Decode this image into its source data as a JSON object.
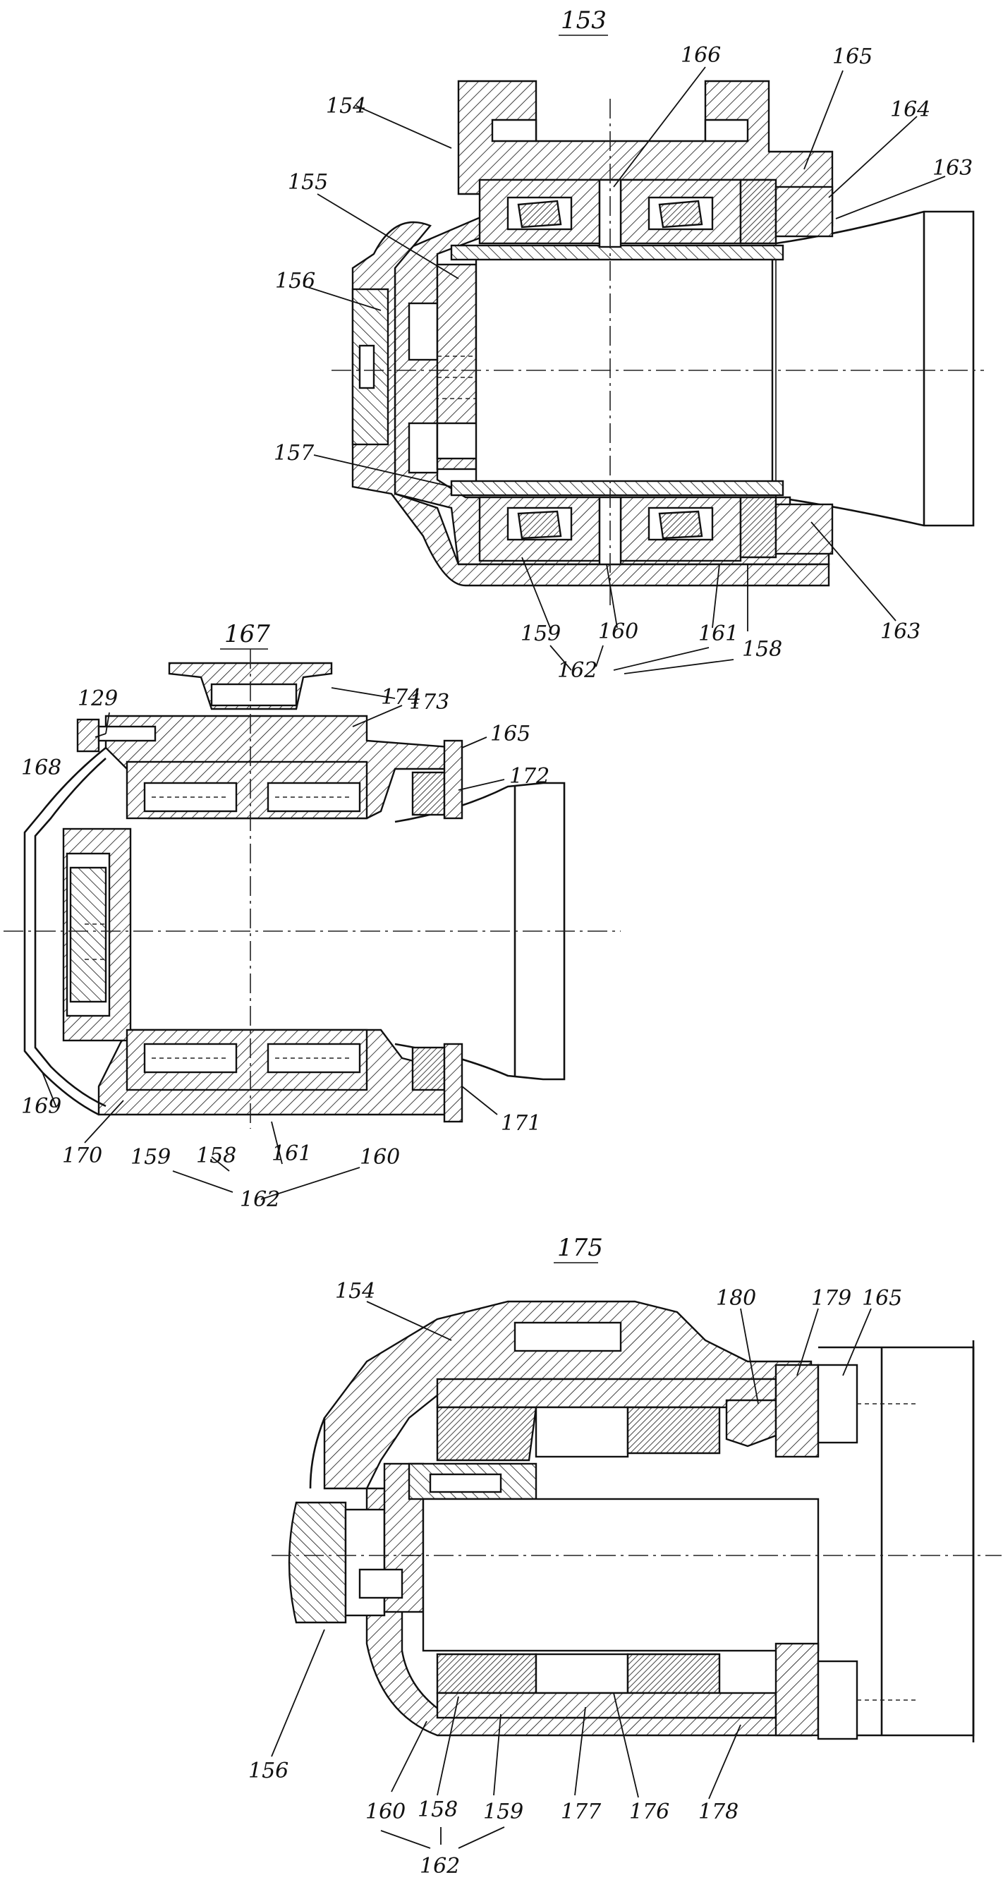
{
  "figure_a": {
    "title": "153",
    "labels": {
      "l154": "154",
      "l155": "155",
      "l156": "156",
      "l157": "157",
      "l159": "159",
      "l160": "160",
      "l161": "161",
      "l158": "158",
      "l162": "162",
      "l163a": "163",
      "l163b": "163",
      "l164": "164",
      "l165": "165",
      "l166": "166"
    }
  },
  "figure_b": {
    "title": "167",
    "labels": {
      "l129": "129",
      "l168": "168",
      "l174": "174",
      "l173": "173",
      "l165": "165",
      "l172": "172",
      "l169": "169",
      "l170": "170",
      "l159": "159",
      "l158": "158",
      "l161": "161",
      "l160": "160",
      "l162": "162",
      "l171": "171"
    }
  },
  "figure_c": {
    "title": "175",
    "labels": {
      "l154": "154",
      "l180": "180",
      "l179": "179",
      "l165": "165",
      "l156": "156",
      "l160": "160",
      "l158": "158",
      "l159": "159",
      "l177": "177",
      "l176": "176",
      "l178": "178",
      "l162": "162"
    }
  }
}
